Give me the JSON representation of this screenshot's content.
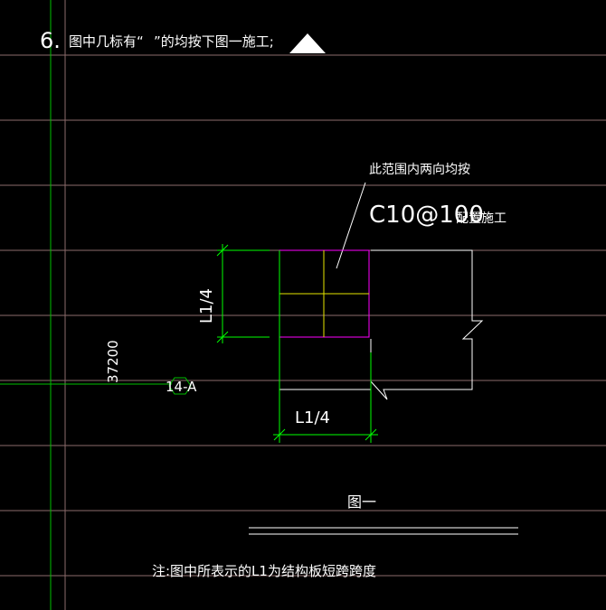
{
  "note_top": {
    "number": "6.",
    "text": "图中几标有“",
    "text2": "”的均按下图一施工;"
  },
  "callout": {
    "line1": "此范围内两向均按",
    "rebar": "C10@100",
    "suffix": "配置施工"
  },
  "dim_vertical": "L1/4",
  "dim_horizontal": "L1/4",
  "axis_dimension": "37200",
  "axis_tag": "14-A",
  "figure_label": "图一",
  "footnote": "注:图中所表示的L1为结构板短跨跨度",
  "colors": {
    "background": "#000000",
    "grid_line": "#8b6b6b",
    "axis_green": "#00c000",
    "magenta": "#ff00ff",
    "yellow": "#e6e600",
    "white": "#ffffff",
    "dim_green": "#00ff00"
  }
}
